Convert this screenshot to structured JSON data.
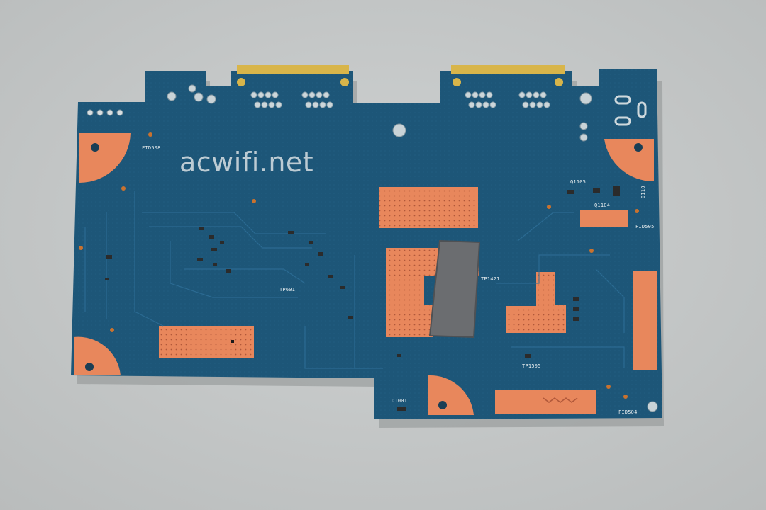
{
  "watermark": "acwifi.net",
  "silkscreen": {
    "fid508": "FID508",
    "fid505": "FID505",
    "fid504": "FID504",
    "q1105": "Q1105",
    "q1104": "Q1104",
    "d1100": "D110",
    "tp601": "TP601",
    "tp1421": "TP1421",
    "tp1505": "TP1505",
    "d1001": "D1001"
  },
  "colors": {
    "background": "#c6c9c9",
    "pcb": "#1d5678",
    "copper": "#e8875c",
    "gold": "#d8b54a",
    "thermal_pad": "#6b6d70"
  }
}
